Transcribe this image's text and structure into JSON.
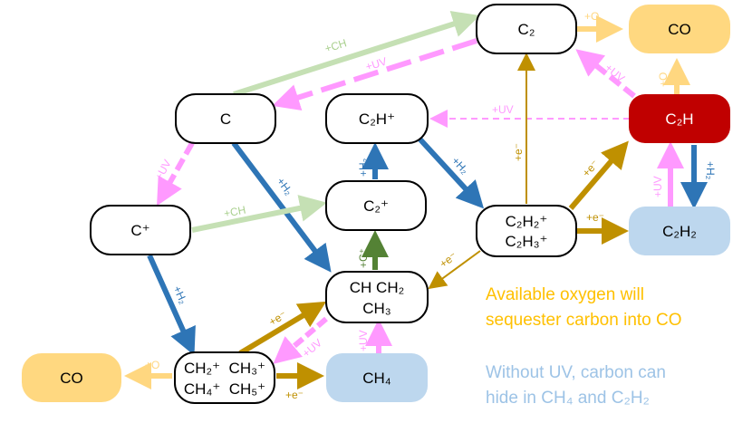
{
  "colors": {
    "green_light": "#c5e0b4",
    "pink": "#ff99ff",
    "blue": "#2e75b6",
    "gold": "#bf9000",
    "dark_green": "#548235",
    "orange_light": "#ffd780",
    "co_fill": "#ffd880",
    "ch_fill": "#bdd7ee",
    "red_fill": "#c00000"
  },
  "nodes": {
    "c2": "C₂",
    "co_top": "CO",
    "c": "C",
    "c2h_plus": "C₂H⁺",
    "c2h": "C₂H",
    "c_plus": "C⁺",
    "c2_plus": "C₂⁺",
    "c2h2_plus_line1": "C₂H₂⁺",
    "c2h2_plus_line2": "C₂H₃⁺",
    "c2h2": "C₂H₂",
    "ch_ch2_line1": "CH CH₂",
    "ch_ch2_line2": "CH₃",
    "chn_plus_line1": "CH₂⁺  CH₃⁺",
    "chn_plus_line2": "CH₄⁺  CH₅⁺",
    "co_bottom": "CO",
    "ch4": "CH₄"
  },
  "labels": {
    "plus_ch": "+CH",
    "plus_uv": "+UV",
    "plus_o": "+O",
    "plus_h2": "+H₂",
    "plus_e": "+e⁻",
    "plus_c_plus": "+C⁺"
  },
  "notes": {
    "oxygen_line1": "Available oxygen will",
    "oxygen_line2": "sequester carbon into CO",
    "uv_line1": "Without UV, carbon can",
    "uv_line2": "hide in CH₄ and C₂H₂"
  }
}
